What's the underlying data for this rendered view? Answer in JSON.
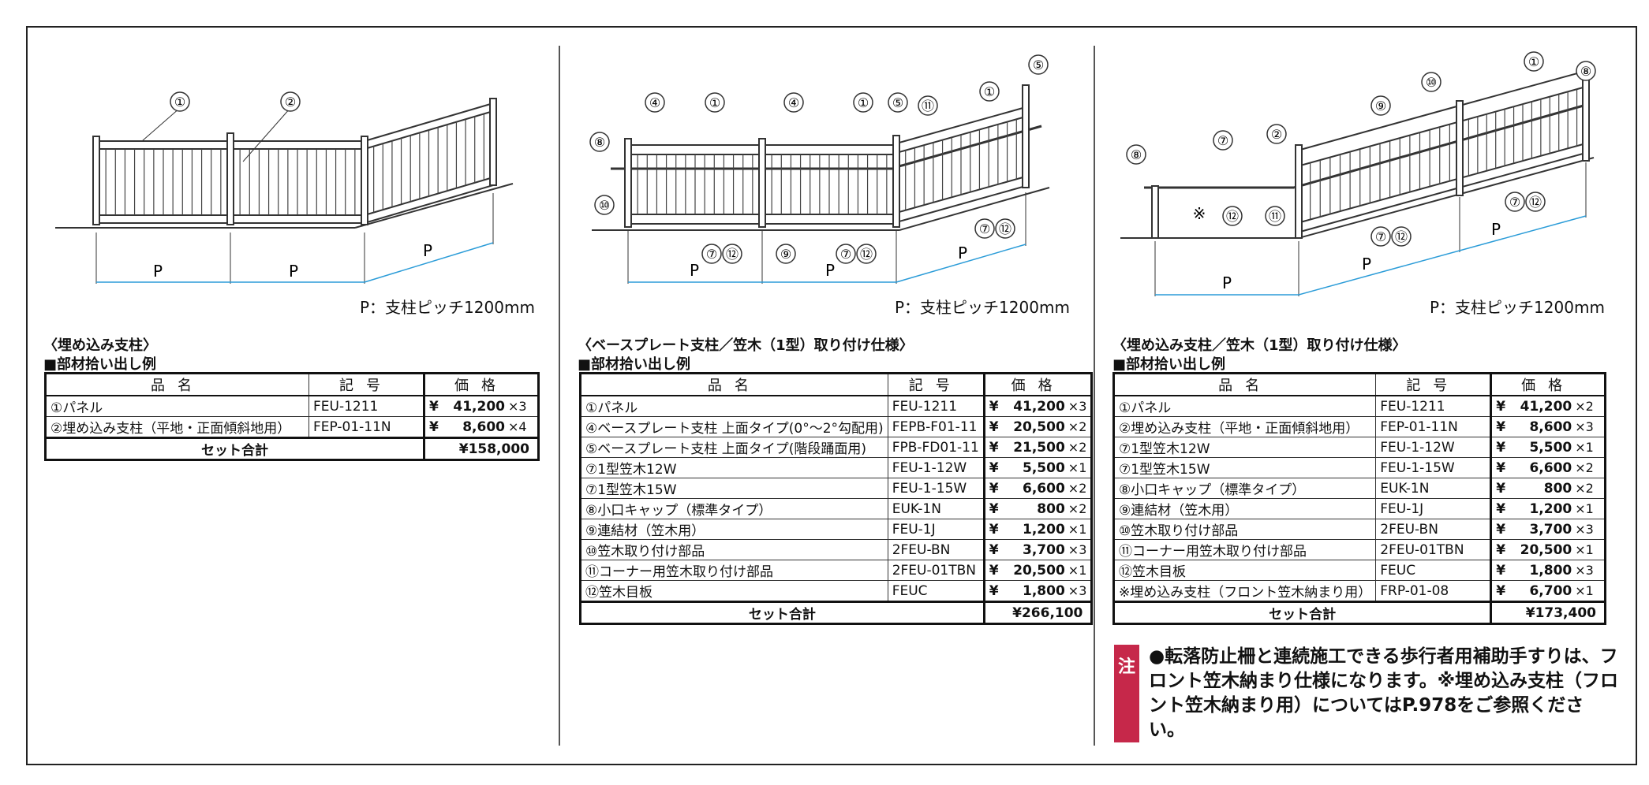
{
  "pitch_label": "P：支柱ピッチ1200mm",
  "pitch_symbol": "P",
  "headers": {
    "name": "品名",
    "code": "記号",
    "price": "価格"
  },
  "currency": "¥",
  "markers": {
    "m1": "①",
    "m2": "②",
    "m4": "④",
    "m5": "⑤",
    "m7": "⑦",
    "m8": "⑧",
    "m9": "⑨",
    "m10": "⑩",
    "m11": "⑪",
    "m12": "⑫",
    "mx": "※"
  },
  "list_heading": "■部材拾い出し例",
  "panels": [
    {
      "title": "〈埋め込み支柱〉",
      "rows": [
        {
          "name": "①パネル",
          "code": "FEU-1211",
          "price": "41,200",
          "qty": "×3"
        },
        {
          "name": "②埋め込み支柱（平地・正面傾斜地用）",
          "code": "FEP-01-11N",
          "price": "8,600",
          "qty": "×4"
        }
      ],
      "total_label": "セット合計",
      "total": "¥158,000"
    },
    {
      "title": "〈ベースプレート支柱／笠木（1型）取り付け仕様〉",
      "rows": [
        {
          "name": "①パネル",
          "code": "FEU-1211",
          "price": "41,200",
          "qty": "×3"
        },
        {
          "name": "④ベースプレート支柱 上面タイプ(0°～2°勾配用)",
          "code": "FEPB-F01-11",
          "price": "20,500",
          "qty": "×2"
        },
        {
          "name": "⑤ベースプレート支柱 上面タイプ(階段踊面用)",
          "code": "FPB-FD01-11",
          "price": "21,500",
          "qty": "×2"
        },
        {
          "name": "⑦1型笠木12W",
          "code": "FEU-1-12W",
          "price": "5,500",
          "qty": "×1"
        },
        {
          "name": "⑦1型笠木15W",
          "code": "FEU-1-15W",
          "price": "6,600",
          "qty": "×2"
        },
        {
          "name": "⑧小口キャップ（標準タイプ）",
          "code": "EUK-1N",
          "price": "800",
          "qty": "×2"
        },
        {
          "name": "⑨連結材（笠木用）",
          "code": "FEU-1J",
          "price": "1,200",
          "qty": "×1"
        },
        {
          "name": "⑩笠木取り付け部品",
          "code": "2FEU-BN",
          "price": "3,700",
          "qty": "×3"
        },
        {
          "name": "⑪コーナー用笠木取り付け部品",
          "code": "2FEU-01TBN",
          "price": "20,500",
          "qty": "×1"
        },
        {
          "name": "⑫笠木目板",
          "code": "FEUC",
          "price": "1,800",
          "qty": "×3"
        }
      ],
      "total_label": "セット合計",
      "total": "¥266,100"
    },
    {
      "title": "〈埋め込み支柱／笠木（1型）取り付け仕様〉",
      "rows": [
        {
          "name": "①パネル",
          "code": "FEU-1211",
          "price": "41,200",
          "qty": "×2"
        },
        {
          "name": "②埋め込み支柱（平地・正面傾斜地用）",
          "code": "FEP-01-11N",
          "price": "8,600",
          "qty": "×3"
        },
        {
          "name": "⑦1型笠木12W",
          "code": "FEU-1-12W",
          "price": "5,500",
          "qty": "×1"
        },
        {
          "name": "⑦1型笠木15W",
          "code": "FEU-1-15W",
          "price": "6,600",
          "qty": "×2"
        },
        {
          "name": "⑧小口キャップ（標準タイプ）",
          "code": "EUK-1N",
          "price": "800",
          "qty": "×2"
        },
        {
          "name": "⑨連結材（笠木用）",
          "code": "FEU-1J",
          "price": "1,200",
          "qty": "×1"
        },
        {
          "name": "⑩笠木取り付け部品",
          "code": "2FEU-BN",
          "price": "3,700",
          "qty": "×3"
        },
        {
          "name": "⑪コーナー用笠木取り付け部品",
          "code": "2FEU-01TBN",
          "price": "20,500",
          "qty": "×1"
        },
        {
          "name": "⑫笠木目板",
          "code": "FEUC",
          "price": "1,800",
          "qty": "×3"
        },
        {
          "name": "※埋め込み支柱（フロント笠木納まり用）",
          "code": "FRP-01-08",
          "price": "6,700",
          "qty": "×1"
        }
      ],
      "total_label": "セット合計",
      "total": "¥173,400"
    }
  ],
  "note": {
    "mark": "注",
    "text": "●転落防止柵と連続施工できる歩行者用補助手すりは、フロント笠木納まり仕様になります。※埋め込み支柱（フロント笠木納まり用）についてはP.978をご参照ください。"
  }
}
